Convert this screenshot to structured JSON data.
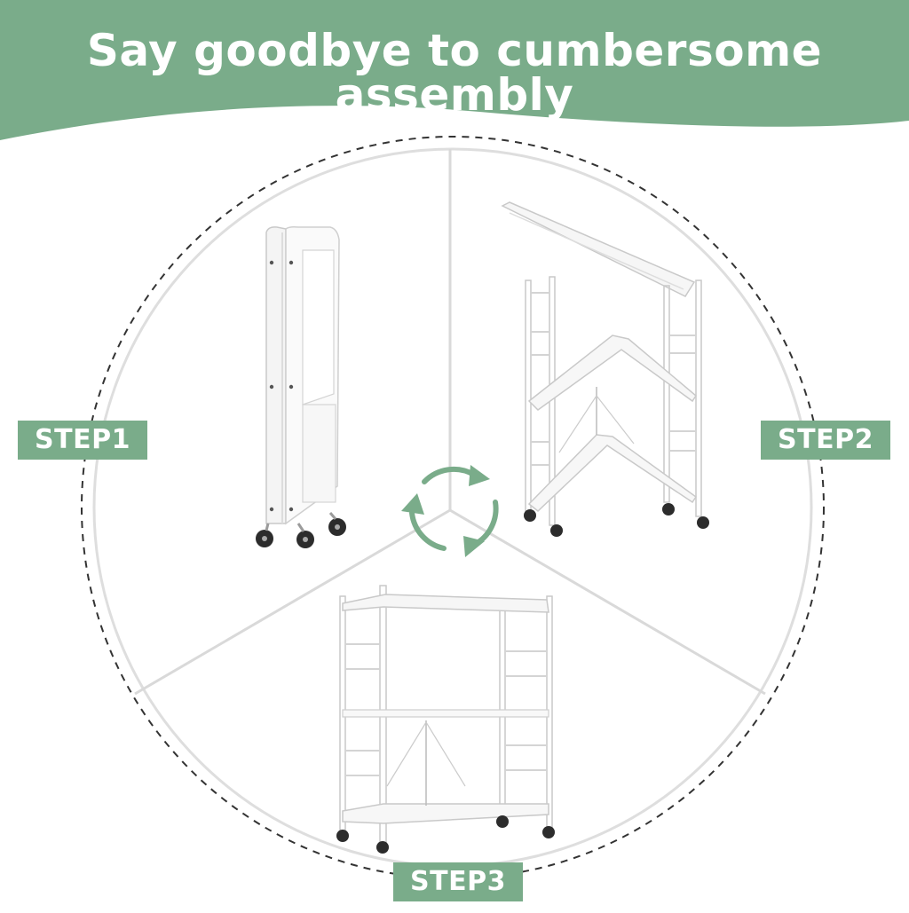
{
  "banner": {
    "title": "Say goodbye to cumbersome assembly",
    "color": "#7aac8a"
  },
  "steps": [
    {
      "label": "STEP1",
      "illustration": "folded-shelf-rack"
    },
    {
      "label": "STEP2",
      "illustration": "unfolding-shelf-rack"
    },
    {
      "label": "STEP3",
      "illustration": "assembled-shelf-rack"
    }
  ],
  "center_icon": "cycle-arrows-icon",
  "colors": {
    "accent": "#7aac8a",
    "frame": "#f6f6f6",
    "outline": "#c9c9c9",
    "wheel": "#2c2c2c",
    "divider": "#d9d9d9",
    "dash": "#333333"
  }
}
